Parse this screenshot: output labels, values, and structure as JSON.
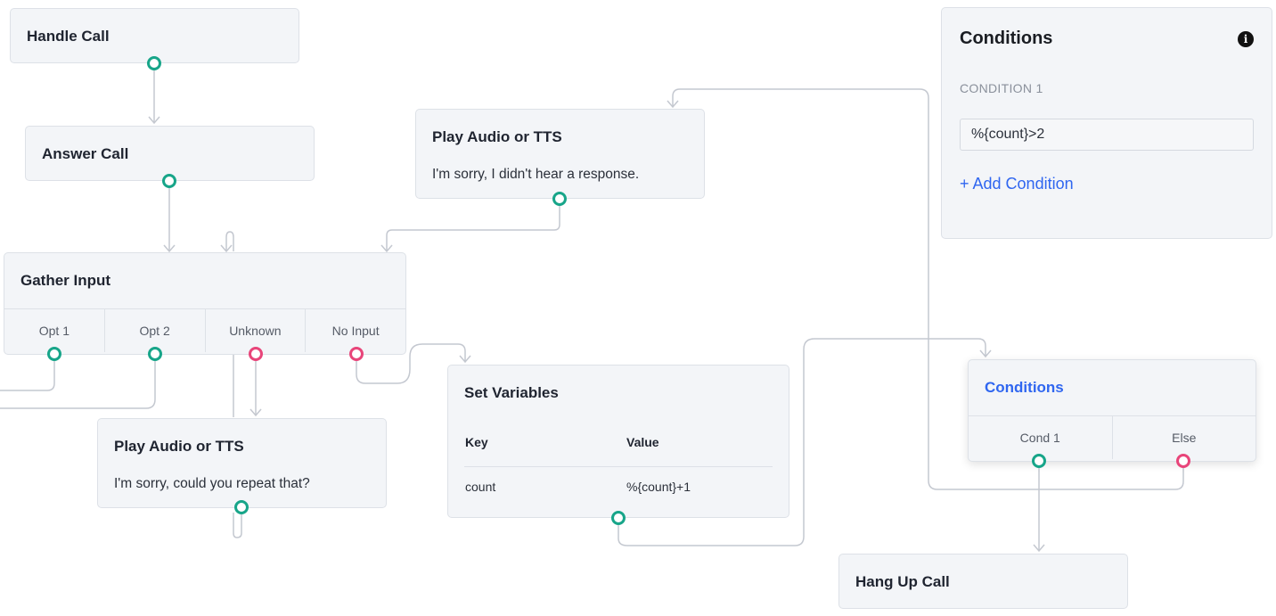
{
  "colors": {
    "handle_ok": "#17a589",
    "handle_error": "#e8457a",
    "link": "#2f66f0",
    "wire": "#c4c8d0",
    "node_bg": "#f3f5f8"
  },
  "nodes": {
    "handle_call": {
      "title": "Handle Call"
    },
    "answer_call": {
      "title": "Answer Call"
    },
    "gather_input": {
      "title": "Gather Input",
      "ports": [
        "Opt 1",
        "Opt 2",
        "Unknown",
        "No Input"
      ]
    },
    "play_no_response": {
      "title": "Play Audio or TTS",
      "text": "I'm sorry, I didn't hear a response."
    },
    "play_repeat": {
      "title": "Play Audio or TTS",
      "text": "I'm sorry, could you repeat that?"
    },
    "set_variables": {
      "title": "Set Variables",
      "headers": {
        "key": "Key",
        "value": "Value"
      },
      "rows": [
        {
          "key": "count",
          "value": "%{count}+1"
        }
      ]
    },
    "conditions": {
      "title": "Conditions",
      "ports": [
        "Cond 1",
        "Else"
      ]
    },
    "hang_up": {
      "title": "Hang Up Call"
    }
  },
  "panel": {
    "title": "Conditions",
    "info_icon": "info-icon",
    "condition_label": "CONDITION 1",
    "condition_value": "%{count}>2",
    "add_label": "+ Add Condition"
  }
}
